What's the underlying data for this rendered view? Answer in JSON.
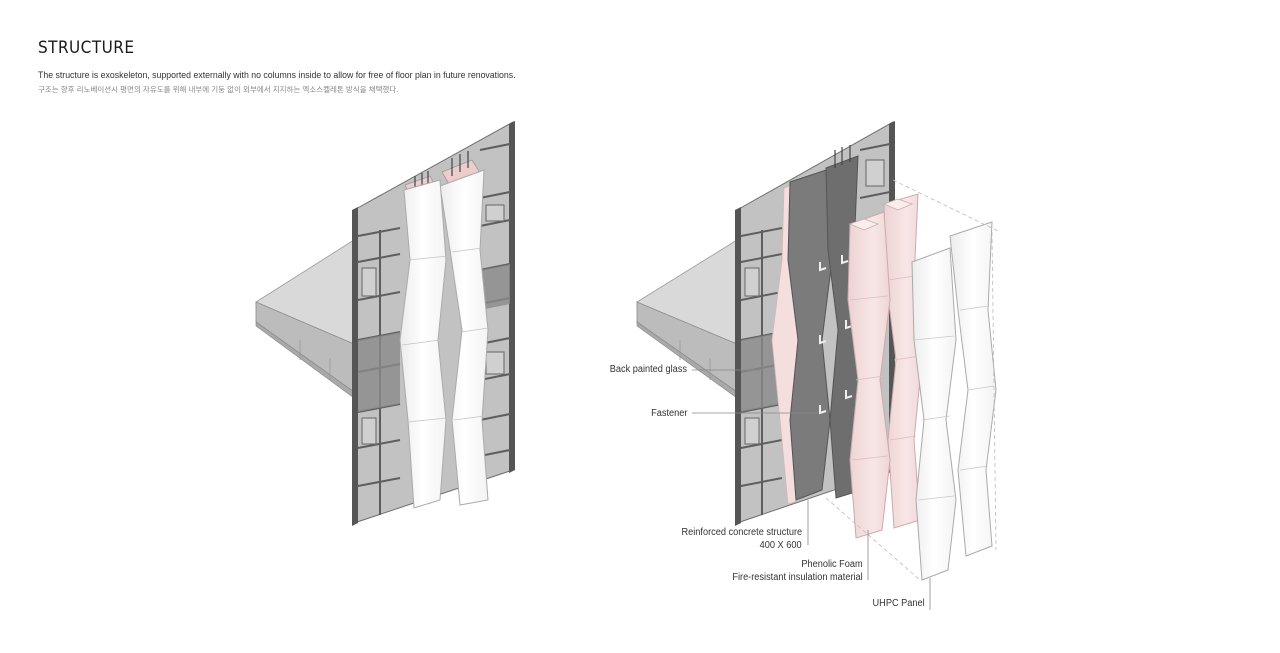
{
  "header": {
    "title": "STRUCTURE",
    "description_en": "The structure is exoskeleton, supported externally with no columns inside to allow for free of floor plan in future renovations.",
    "description_kr": "구조는 향후 리노베이션시 평면의 자유도를 위해 내부에 기둥 없이 외부에서 지지하는 엑소스켈레톤 방식을 채택했다."
  },
  "labels": {
    "back_painted_glass": "Back painted glass",
    "fastener": "Fastener",
    "concrete_line1": "Reinforced concrete structure",
    "concrete_line2": "400 X 600",
    "foam_line1": "Phenolic Foam",
    "foam_line2": "Fire-resistant insulation material",
    "uhpc": "UHPC Panel"
  },
  "colors": {
    "frame": "#5a5a5a",
    "glass": "#b9b9b9",
    "slab_top": "#d6d6d6",
    "concrete": "#7b7b7b",
    "foam": "#f4dede",
    "panel": "#ffffff"
  }
}
